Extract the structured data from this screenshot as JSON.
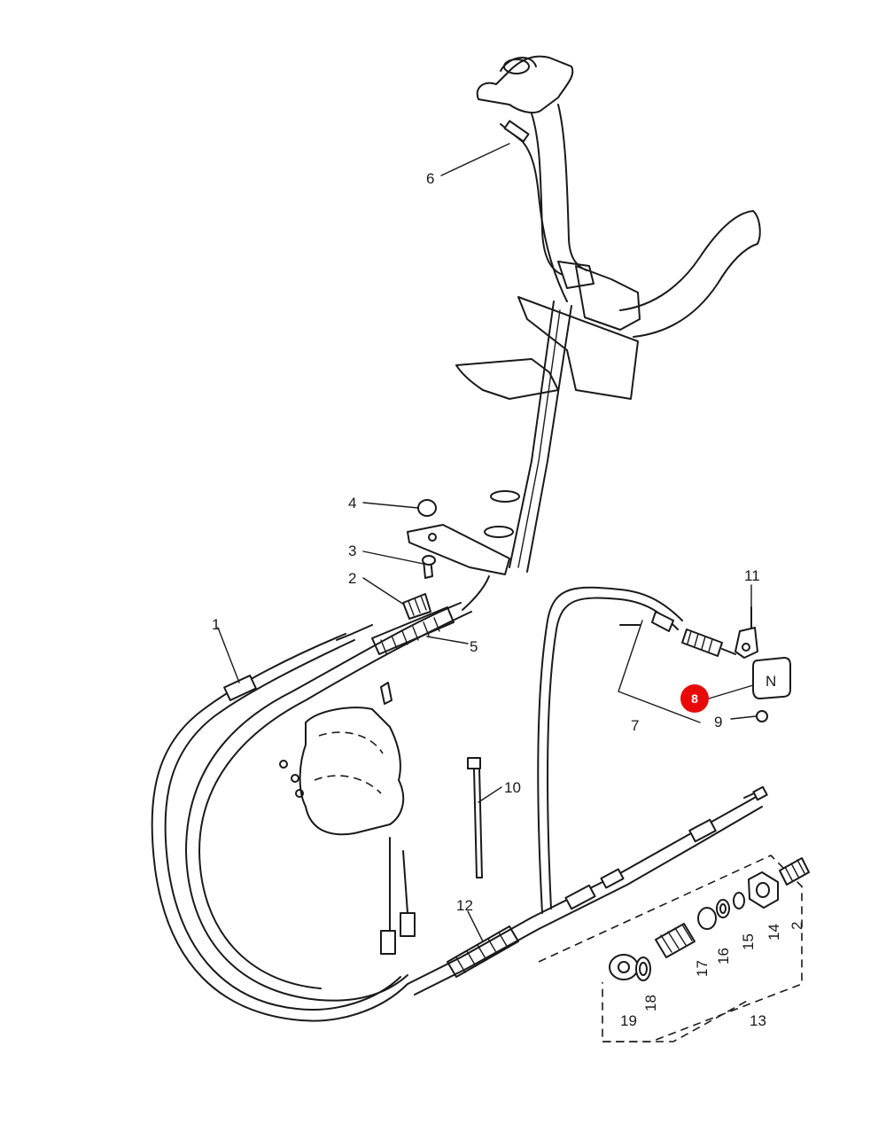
{
  "part_labels": {
    "p1": "1",
    "p2a": "2",
    "p2b": "2",
    "p3": "3",
    "p4": "4",
    "p5": "5",
    "p6": "6",
    "p7": "7",
    "p9": "9",
    "p10": "10",
    "p11": "11",
    "p12": "12",
    "p13": "13",
    "p14": "14",
    "p15": "15",
    "p16": "16",
    "p17": "17",
    "p18": "18",
    "p19": "19"
  },
  "highlight": {
    "label": "8",
    "color": "#e8090a"
  },
  "neutral_badge": "N"
}
